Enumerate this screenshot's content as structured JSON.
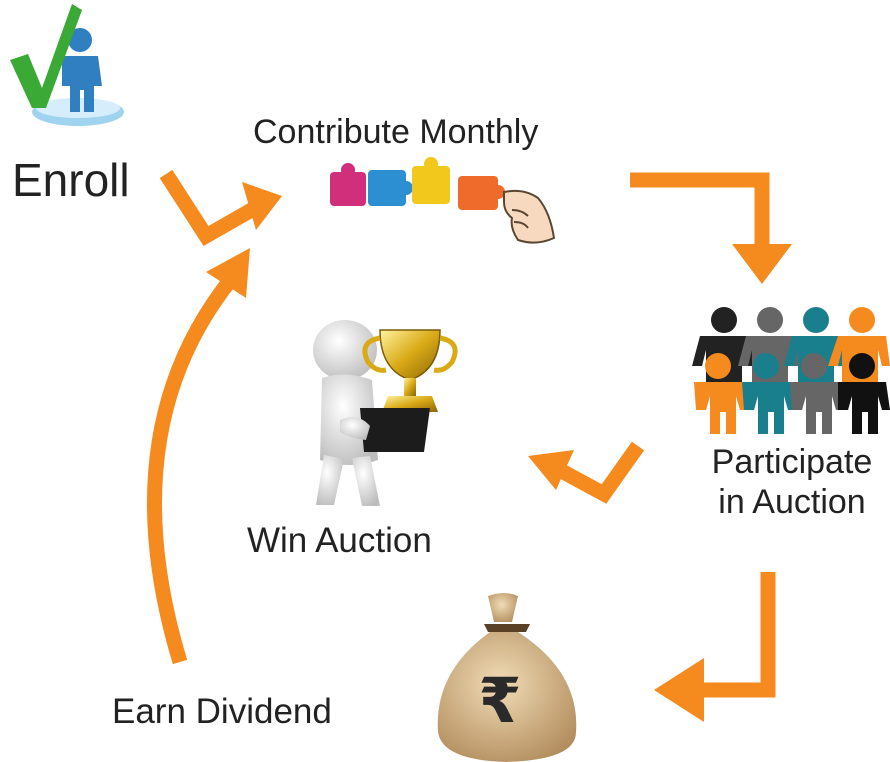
{
  "steps": {
    "enroll": "Enroll",
    "contribute": "Contribute Monthly",
    "participate_line1": "Participate",
    "participate_line2": "in Auction",
    "win": "Win Auction",
    "dividend": "Earn Dividend"
  },
  "icons": {
    "enroll": "enroll-person-checkmark-icon",
    "contribute": "puzzle-pieces-hand-icon",
    "participate": "people-group-icon",
    "win": "figure-holding-trophy-icon",
    "dividend": "rupee-money-bag-icon"
  },
  "colors": {
    "arrow": "#f58a1f",
    "text": "#222222",
    "teal": "#1a7f8c",
    "checkmark": "#3aa935"
  }
}
